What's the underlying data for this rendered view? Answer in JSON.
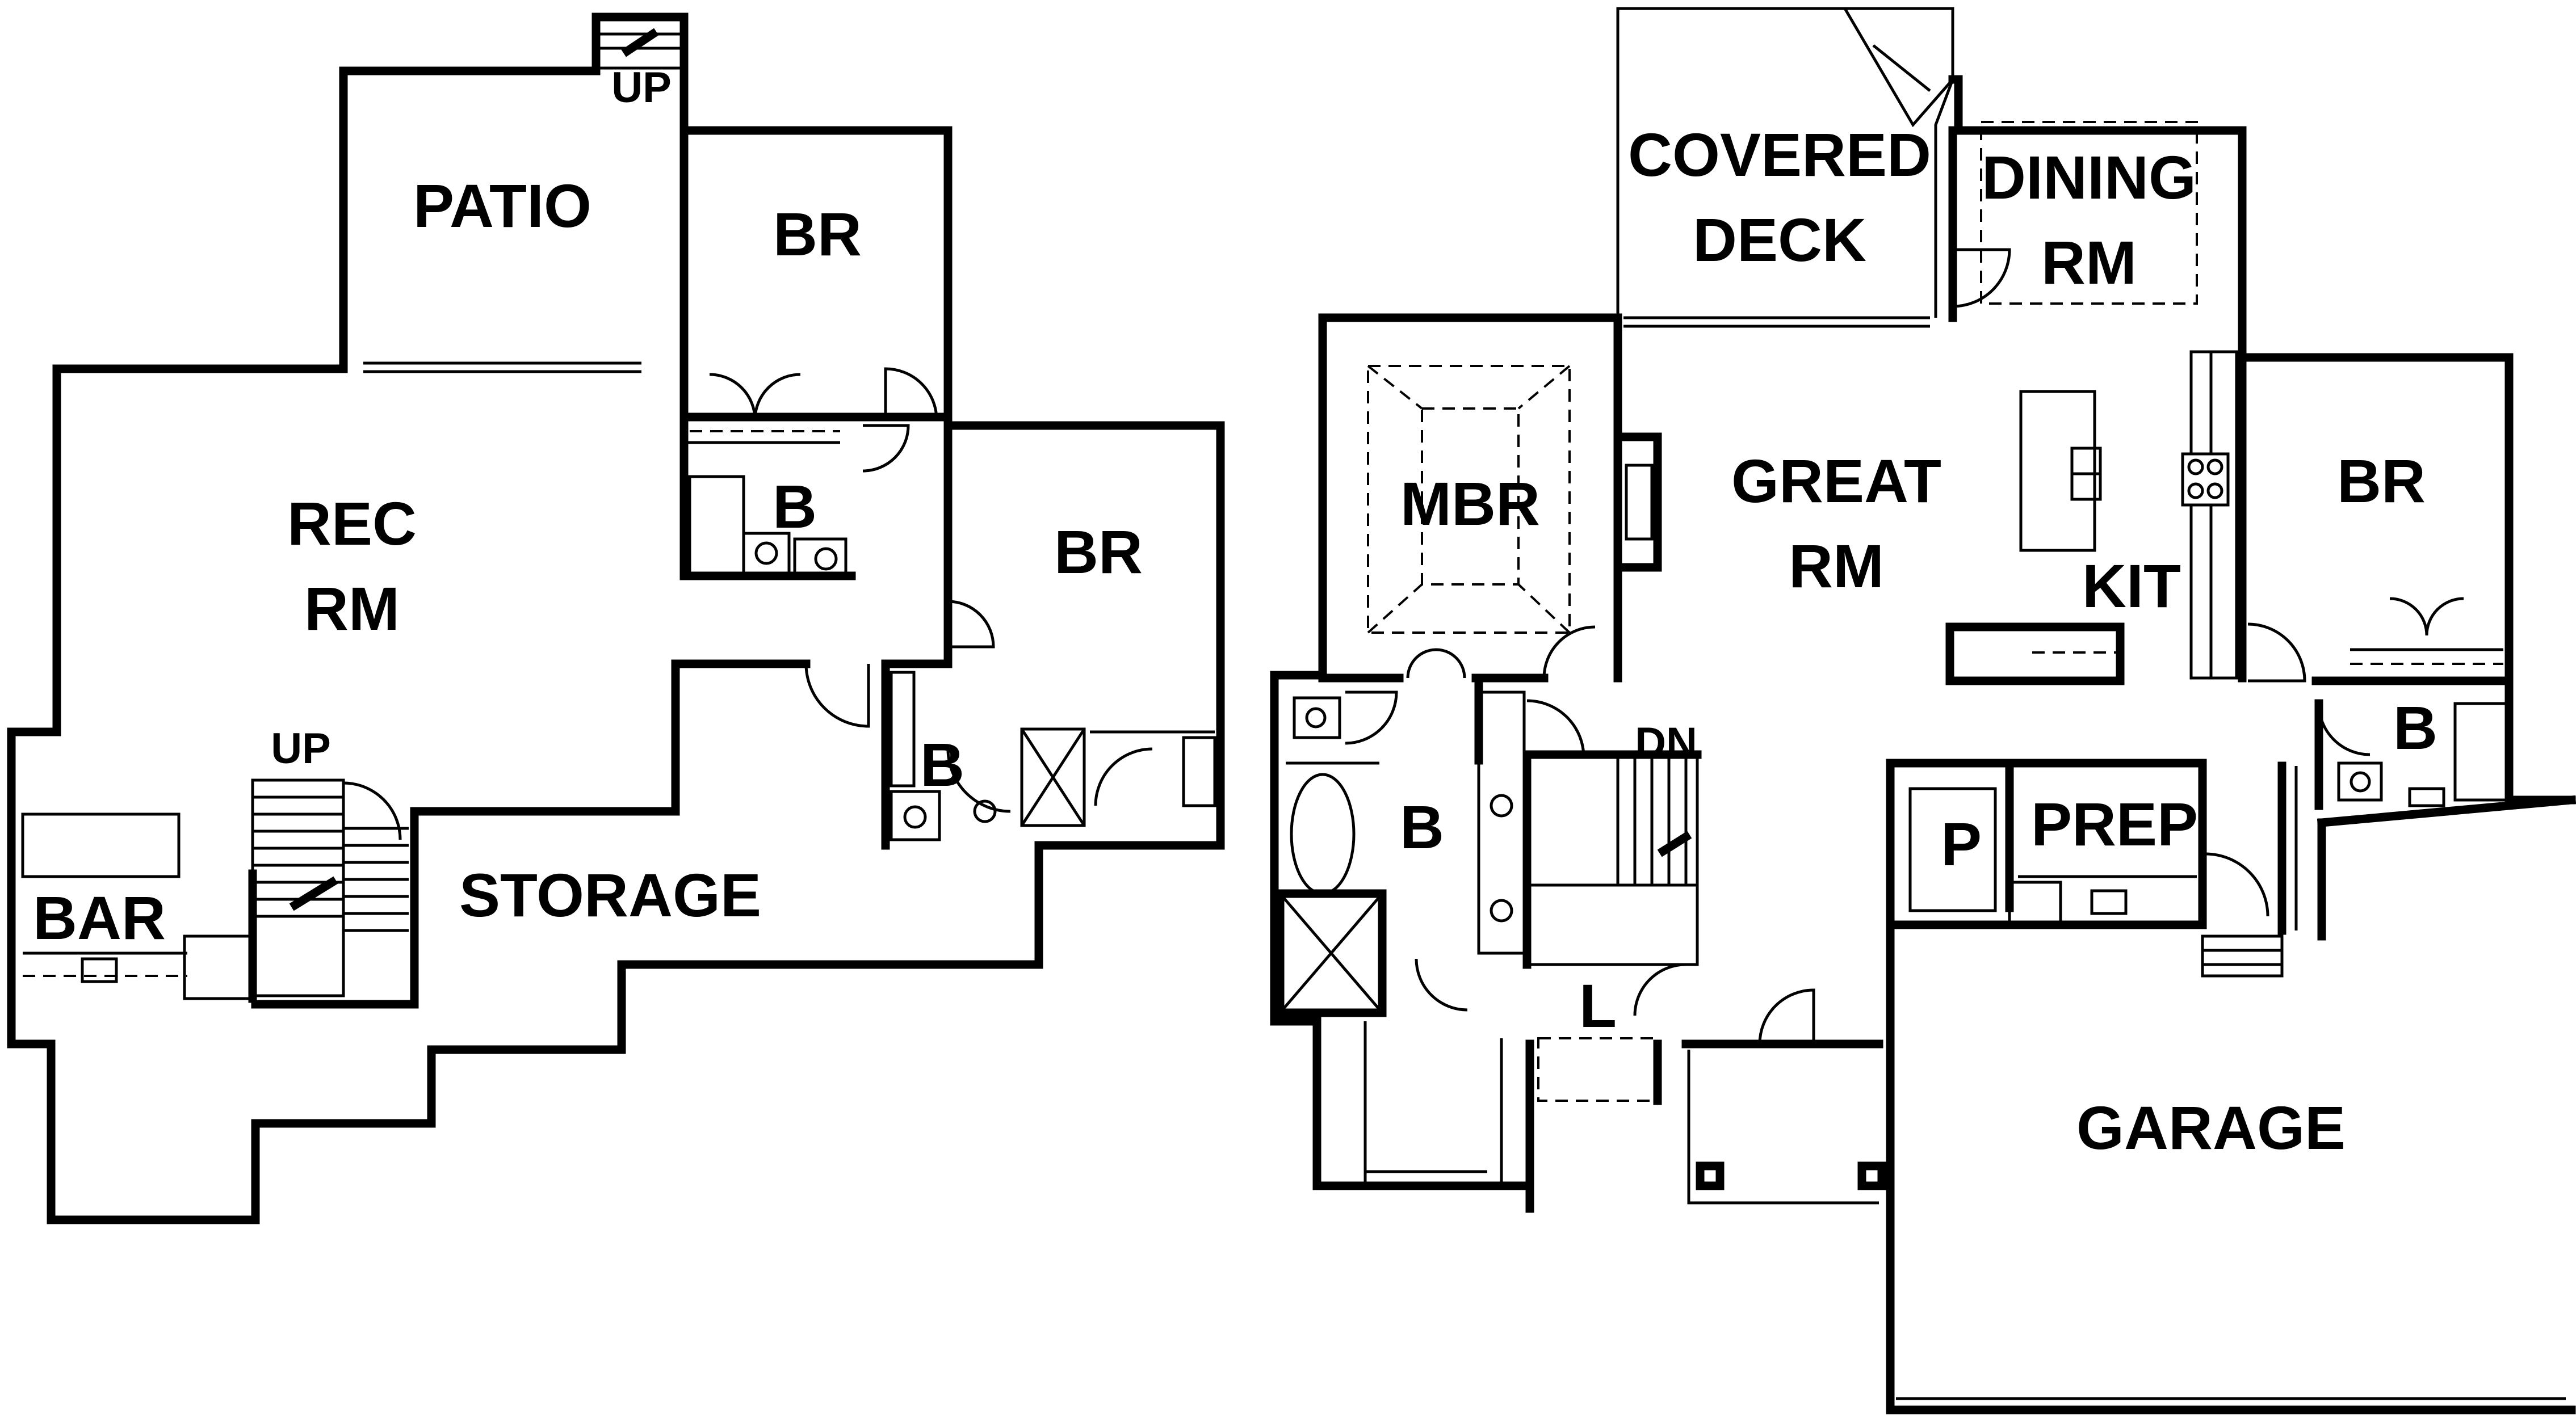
{
  "lower_level": {
    "rooms": {
      "patio": "PATIO",
      "br_top": "BR",
      "rec_rm_line1": "REC",
      "rec_rm_line2": "RM",
      "bath_top": "B",
      "br_right": "BR",
      "bath_lower": "B",
      "bar": "BAR",
      "storage": "STORAGE"
    },
    "stairs": {
      "up_patio": "UP",
      "up_main": "UP"
    }
  },
  "main_level": {
    "rooms": {
      "covered_deck_line1": "COVERED",
      "covered_deck_line2": "DECK",
      "dining_line1": "DINING",
      "dining_line2": "RM",
      "mbr": "MBR",
      "great_rm_line1": "GREAT",
      "great_rm_line2": "RM",
      "kit": "KIT",
      "br": "BR",
      "bath_right": "B",
      "master_bath": "B",
      "pantry": "P",
      "prep": "PREP",
      "laundry": "L",
      "garage": "GARAGE"
    },
    "stairs": {
      "down": "DN"
    }
  }
}
